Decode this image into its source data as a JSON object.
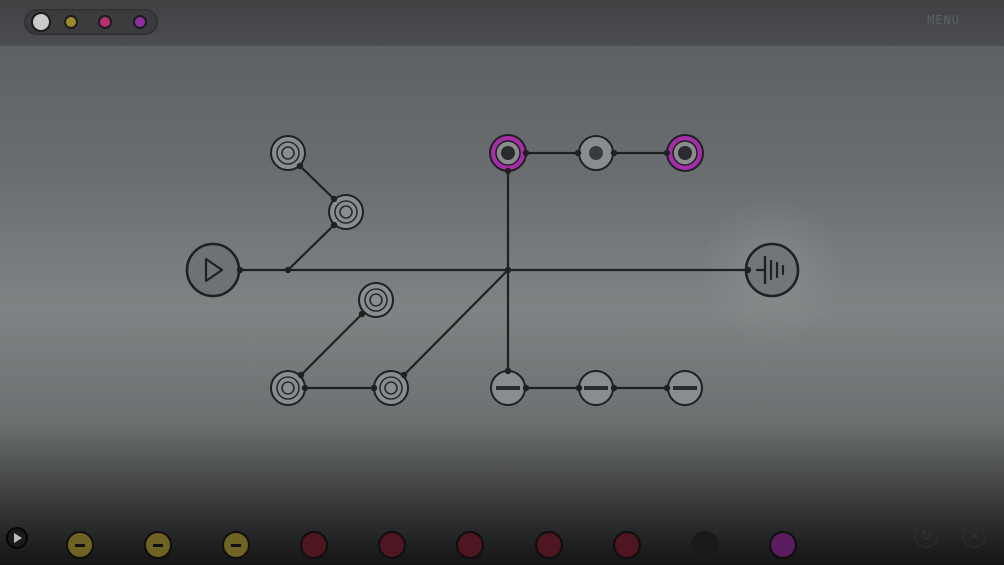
{
  "menu": {
    "label": "MENU"
  },
  "palette": [
    {
      "name": "white",
      "color": "#c9cbcc"
    },
    {
      "name": "yellow",
      "color": "#9a8a2e"
    },
    {
      "name": "pink",
      "color": "#b5306e"
    },
    {
      "name": "purple",
      "color": "#8e2ea0"
    }
  ],
  "colors": {
    "line": "#1f2022",
    "node_fill": "#8a8d8f",
    "accent": "#a52ea8",
    "yellow_slot": "#8a7a28",
    "red_slot": "#5e1a26",
    "purple_slot": "#6a1f6e"
  },
  "tray": {
    "slots": [
      "yellow",
      "yellow",
      "yellow",
      "red",
      "red",
      "red",
      "red",
      "red",
      "empty",
      "purple"
    ]
  },
  "icons": {
    "start": "play-icon",
    "goal": "speaker-wave-icon",
    "restart": "restart-icon",
    "close": "close-icon"
  }
}
